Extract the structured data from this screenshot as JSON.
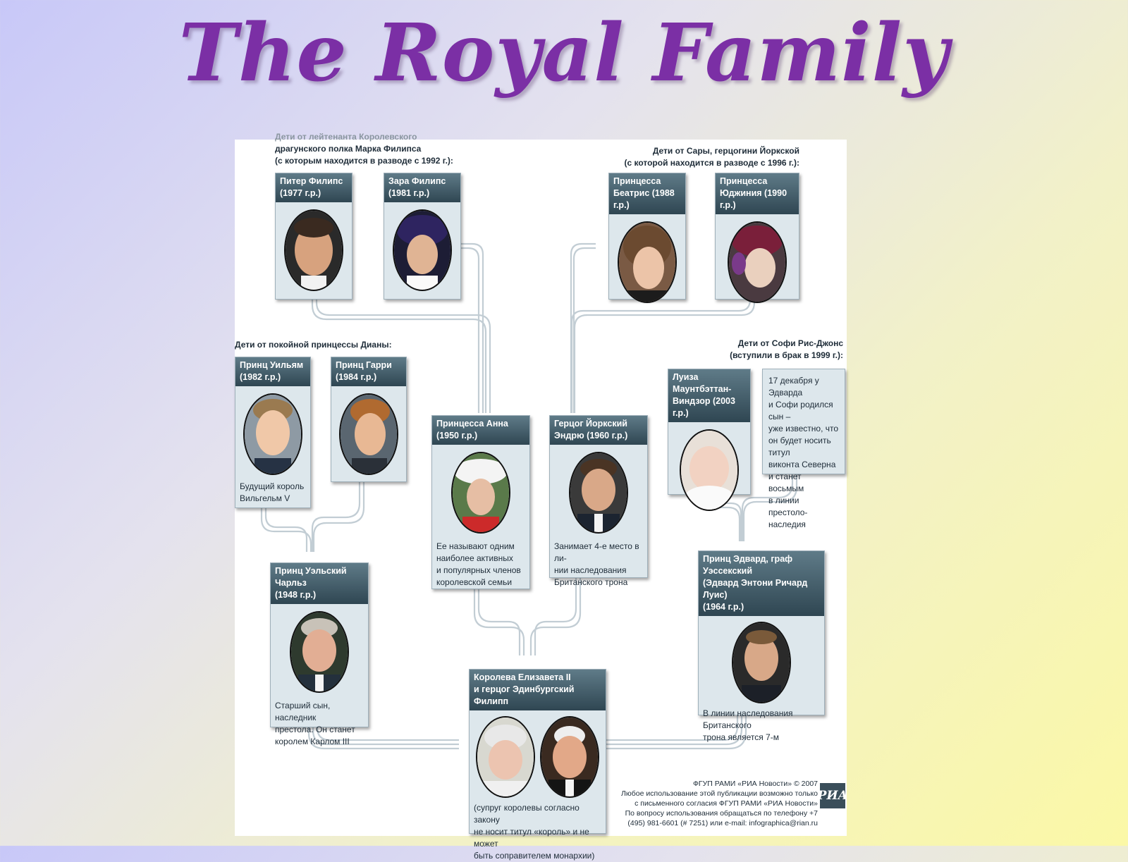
{
  "title": "The Royal Family",
  "groups": {
    "phillips_children": [
      "Дети от лейтенанта Королевского",
      "драгунского полка Марка Филипса",
      "(с которым находится в разводе с 1992 г.):"
    ],
    "york_children": [
      "Дети от Сары, герцогини Йоркской",
      "(с которой находится в разводе с 1996 г.):"
    ],
    "diana_children": "Дети от покойной принцессы Дианы:",
    "sophie_children": [
      "Дети от Софи Рис-Джонс",
      "(вступили в брак в 1999 г.):"
    ]
  },
  "people": {
    "peter": {
      "name": "Питер Филипс",
      "years": "(1977 г.р.)"
    },
    "zara": {
      "name": "Зара Филипс",
      "years": "(1981 г.р.)"
    },
    "beatrice": {
      "name": "Принцесса",
      "years": "Беатрис (1988 г.р.)"
    },
    "eugenie": {
      "name": "Принцесса",
      "years": "Юджиния (1990 г.р.)"
    },
    "william": {
      "name": "Принц Уильям",
      "years": "(1982 г.р.)",
      "desc": [
        "Будущий король",
        "Вильгельм V"
      ]
    },
    "harry": {
      "name": "Принц Гарри",
      "years": "(1984 г.р.)"
    },
    "anne": {
      "name": "Принцесса Анна",
      "years": "(1950 г.р.)",
      "desc": [
        "Ее называют одним",
        "наиболее активных",
        "и популярных членов",
        "королевской семьи"
      ]
    },
    "andrew": {
      "name": "Герцог Йоркский",
      "years": "Эндрю (1960 г.р.)",
      "desc": [
        "Занимает 4-е место в ли-",
        "нии наследования",
        "Британского трона"
      ]
    },
    "louise": {
      "name": "Луиза Маунтбэттан-",
      "years": "Виндзор (2003 г.р.)"
    },
    "charles": {
      "name": "Принц Уэльский Чарльз",
      "years": "(1948 г.р.)",
      "desc": [
        "Старший сын, наследник",
        "престола. Он станет",
        "королем Карлом III"
      ]
    },
    "edward": {
      "name": "Принц Эдвард, граф Уэссекский",
      "line2": "(Эдвард Энтони Ричард Луис)",
      "years": "(1964 г.р.)",
      "desc": [
        "В линии наследования Британского",
        "трона является 7-м"
      ]
    },
    "queen": {
      "name": "Королева Елизавета II",
      "years": "и герцог Эдинбургский Филипп",
      "desc": [
        "(супруг королевы согласно закону",
        "не носит титул «король» и не может",
        "быть соправителем монархии)"
      ]
    }
  },
  "note_edward_son": [
    "17 декабря у Эдварда",
    "и Софи родился сын –",
    "уже известно, что",
    "он будет носить титул",
    "виконта Северна",
    "и станет восьмым",
    "в линии престоло-",
    "наследия"
  ],
  "copyright": [
    "ФГУП РАМИ «РИА Новости» © 2007",
    "Любое использование этой публикации возможно только",
    "с письменного согласия  ФГУП РАМИ «РИА Новости»",
    "По вопросу использования обращаться по телефону +7",
    "(495) 981-6601 (# 7251) или e-mail: infographica@rian.ru"
  ],
  "logo_text": "РИА",
  "colors": {
    "title": "#7b2fa5",
    "card_header": "#34505e",
    "card_body": "#dde7ec",
    "lines": "#c2cdd4"
  }
}
